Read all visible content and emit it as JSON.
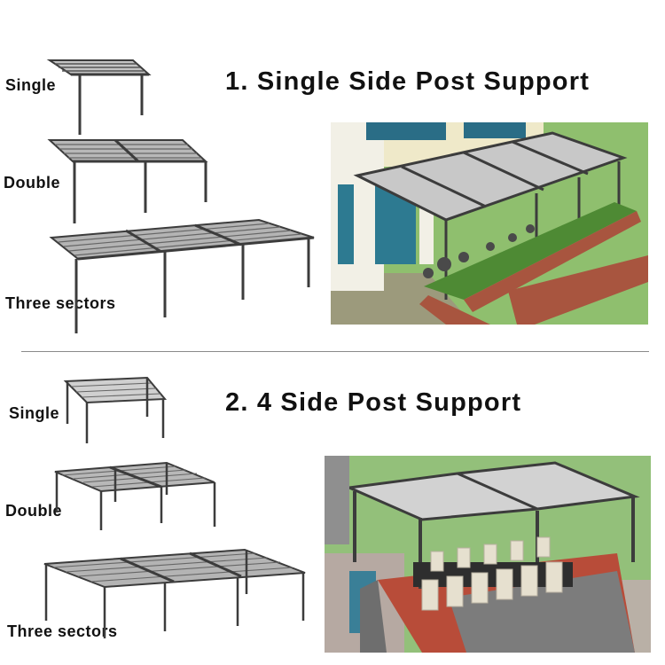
{
  "section1": {
    "title": "1. Single Side Post Support",
    "labels": {
      "single": "Single",
      "double": "Double",
      "three": "Three sectors"
    },
    "photo": "rendering of pergola with single side posts attached to building wall"
  },
  "section2": {
    "title": "2. 4 Side Post Support",
    "labels": {
      "single": "Single",
      "double": "Double",
      "three": "Three sectors"
    },
    "photo": "rendering of pergola with four side posts on rooftop terrace with dining set"
  },
  "colors": {
    "frame": "#3c3c3c",
    "roof": "#b4b4b4",
    "grass": "#4e8a34",
    "brick": "#a8553f",
    "wall": "#f2f0e6"
  }
}
